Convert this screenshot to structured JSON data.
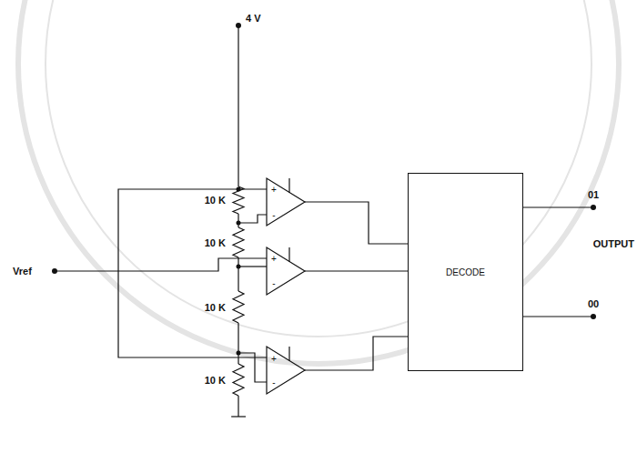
{
  "diagram": {
    "nodes": [
      {
        "text": [
          "DECODE"
        ]
      }
    ],
    "labels": [
      "4 V",
      "10 K",
      "10 K",
      "10 K",
      "10 K",
      "Vref",
      "+",
      "-",
      "+",
      "-",
      "+",
      "-",
      "01",
      "OUTPUT",
      "00"
    ]
  }
}
